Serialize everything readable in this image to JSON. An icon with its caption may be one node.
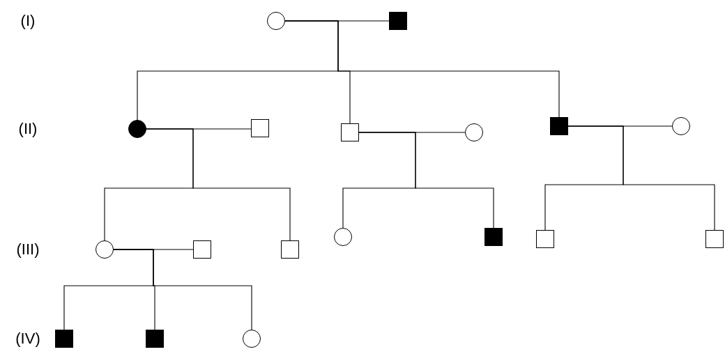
{
  "diagram": {
    "nodes": [
      {
        "text": [],
        "shape": "circle"
      },
      {
        "text": [],
        "shape": "filled-square"
      },
      {
        "text": [],
        "shape": "filled-circle"
      },
      {
        "text": [],
        "shape": "square"
      },
      {
        "text": [],
        "shape": "square"
      },
      {
        "text": [],
        "shape": "circle"
      },
      {
        "text": [],
        "shape": "filled-square"
      },
      {
        "text": [],
        "shape": "circle"
      },
      {
        "text": [],
        "shape": "circle"
      },
      {
        "text": [],
        "shape": "square"
      },
      {
        "text": [],
        "shape": "square"
      },
      {
        "text": [],
        "shape": "circle"
      },
      {
        "text": [],
        "shape": "filled-square"
      },
      {
        "text": [],
        "shape": "square"
      },
      {
        "text": [],
        "shape": "square"
      },
      {
        "text": [],
        "shape": "filled-square"
      },
      {
        "text": [],
        "shape": "filled-square"
      },
      {
        "text": [],
        "shape": "circle"
      }
    ],
    "edges": [
      {
        "from": 0,
        "to": 1,
        "arrow": "none"
      },
      {
        "from": 0,
        "to": 2,
        "arrow": "none"
      },
      {
        "from": 0,
        "to": 4,
        "arrow": "none"
      },
      {
        "from": 0,
        "to": 6,
        "arrow": "none"
      },
      {
        "from": 2,
        "to": 3,
        "arrow": "none"
      },
      {
        "from": 2,
        "to": 8,
        "arrow": "none"
      },
      {
        "from": 2,
        "to": 10,
        "arrow": "none"
      },
      {
        "from": 4,
        "to": 5,
        "arrow": "none"
      },
      {
        "from": 4,
        "to": 11,
        "arrow": "none"
      },
      {
        "from": 4,
        "to": 12,
        "arrow": "none"
      },
      {
        "from": 6,
        "to": 7,
        "arrow": "none"
      },
      {
        "from": 6,
        "to": 13,
        "arrow": "none"
      },
      {
        "from": 6,
        "to": 14,
        "arrow": "none"
      },
      {
        "from": 8,
        "to": 9,
        "arrow": "none"
      },
      {
        "from": 8,
        "to": 15,
        "arrow": "none"
      },
      {
        "from": 8,
        "to": 16,
        "arrow": "none"
      },
      {
        "from": 8,
        "to": 17,
        "arrow": "none"
      }
    ],
    "labels": [
      "(I)",
      "(II)",
      "(III)",
      "(IV)"
    ]
  }
}
